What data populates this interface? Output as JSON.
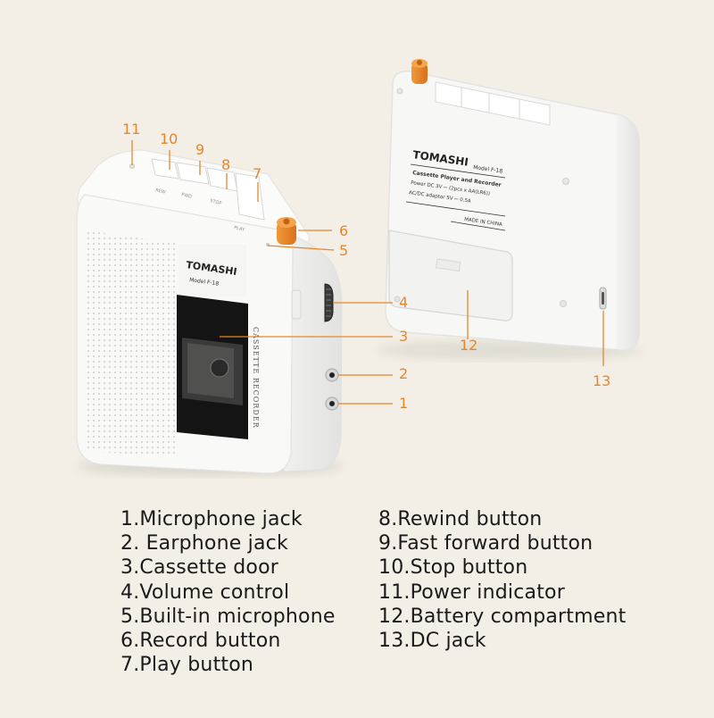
{
  "brand": {
    "front_logo": "TOMASHI",
    "front_model": "Model F-18",
    "side_text": "CASSETTE RECORDER",
    "back_logo": "TOMASHI",
    "back_model": "Model F-18",
    "back_line1": "Cassette Player and Recorder",
    "back_line2": "Power DC 3V ⎓ (2pcs x AA(LR6))",
    "back_line3": "AC/DC adaptor 5V ⎓ 0.5A",
    "back_line4": "MADE IN CHINA",
    "button_labels": [
      "REW",
      "FWD",
      "STOP",
      "PLAY"
    ]
  },
  "callouts": [
    "1",
    "2",
    "3",
    "4",
    "5",
    "6",
    "7",
    "8",
    "9",
    "10",
    "11",
    "12",
    "13"
  ],
  "legend": {
    "left": [
      "1.Microphone jack",
      "2. Earphone jack",
      "3.Cassette door",
      "4.Volume control",
      "5.Built-in microphone",
      "6.Record button",
      "7.Play button"
    ],
    "right": [
      "8.Rewind button",
      "9.Fast forward button",
      "10.Stop button",
      "11.Power indicator",
      "12.Battery compartment",
      "13.DC jack"
    ]
  },
  "colors": {
    "background": "#f3efe6",
    "accent": "#e8862a",
    "device_body": "#f7f7f6",
    "window_dark": "#141414"
  }
}
